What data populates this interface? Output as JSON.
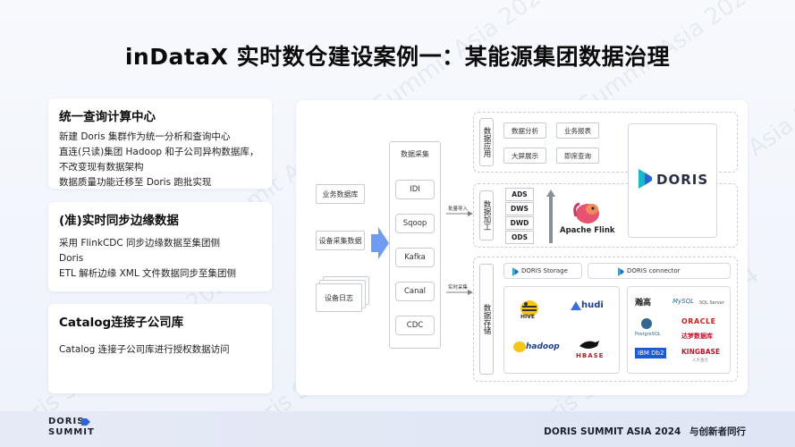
{
  "title": "inDataX 实时数仓建设案例一：某能源集团数据治理",
  "watermark": "Doris Summit Asia 2024",
  "cards": [
    {
      "heading": "统一查询计算中心",
      "lines": [
        "新建 Doris 集群作为统一分析和查询中心",
        "直连(只读)集团 Hadoop 和子公司异构数据库，",
        "不改变现有数据架构",
        "数据质量功能迁移至 Doris 跑批实现"
      ]
    },
    {
      "heading": "(准)实时同步边缘数据",
      "lines": [
        "采用 FlinkCDC 同步边缘数据至集团侧",
        "Doris",
        "ETL 解析边缘 XML 文件数据同步至集团侧"
      ]
    },
    {
      "heading": "Catalog连接子公司库",
      "lines": [
        "Catalog 连接子公司库进行授权数据访问"
      ]
    }
  ],
  "diagram": {
    "sources": [
      "业务数据库",
      "设备采集数据",
      "设备日志"
    ],
    "collect_title": "数据采集",
    "collect_tools": [
      "IDI",
      "Sqoop",
      "Kafka",
      "Canal",
      "CDC"
    ],
    "arrow_batch": "批量导入",
    "arrow_realtime": "实时采集",
    "app_label": "数据应用",
    "app_items": [
      "数据分析",
      "业务报表",
      "大屏展示",
      "即席查询"
    ],
    "process_label": "数据加工",
    "layers": [
      "ADS",
      "DWS",
      "DWD",
      "ODS"
    ],
    "flink_label": "Apache Flink",
    "doris_label": "DORIS",
    "storage_label": "数据存储",
    "doris_storage": "DORIS  Storage",
    "doris_connector": "DORIS  connector",
    "hive": "HIVE",
    "hudi": "hudi",
    "hadoop": "hadoop",
    "hbase": "HBASE",
    "db_logos": [
      "瀚高",
      "MySQL",
      "SQL Server",
      "PostgreSQL",
      "ORACLE",
      "达梦数据库",
      "IBM Db2",
      "KINGBASE"
    ],
    "db_sublabel": "人大金仓"
  },
  "footer": {
    "logo_top": "DORIS",
    "logo_bottom": "SUMMIT",
    "event": "DORIS SUMMIT ASIA 2024",
    "slogan": "与创新者同行"
  },
  "colors": {
    "doris_blue": "#2b63d8",
    "doris_teal": "#1fb6c9",
    "accent": "#3a76f0"
  }
}
